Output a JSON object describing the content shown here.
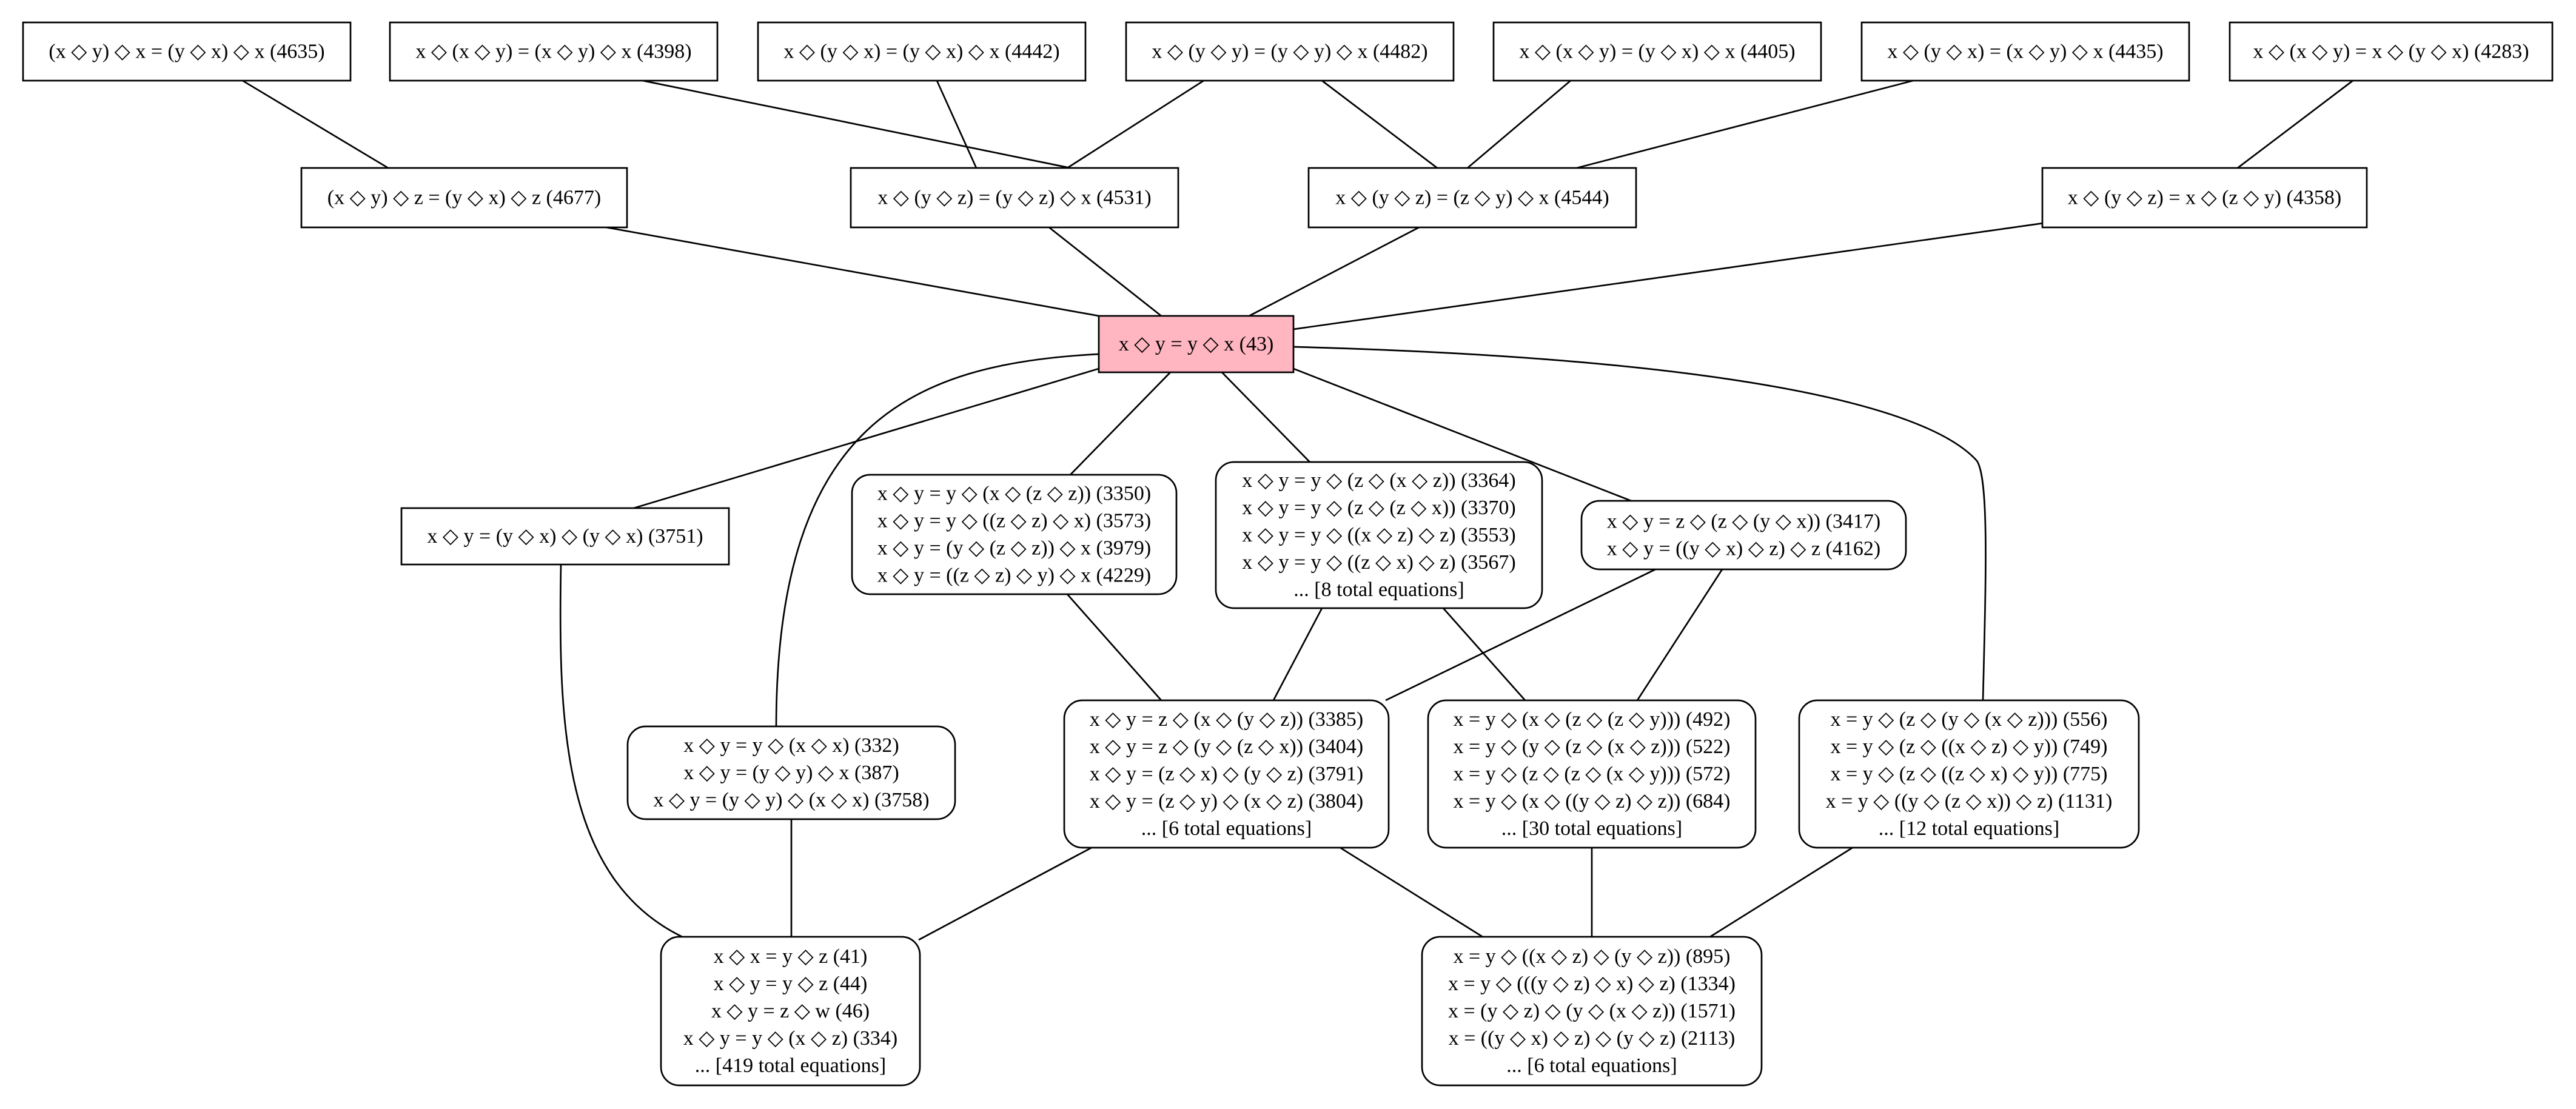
{
  "nodes": [
    {
      "id": "n4635",
      "lines": [
        "(x ◇ y) ◇ x = (y ◇ x) ◇ x (4635)"
      ]
    },
    {
      "id": "n4398",
      "lines": [
        "x ◇ (x ◇ y) = (x ◇ y) ◇ x (4398)"
      ]
    },
    {
      "id": "n4442",
      "lines": [
        "x ◇ (y ◇ x) = (y ◇ x) ◇ x (4442)"
      ]
    },
    {
      "id": "n4482",
      "lines": [
        "x ◇ (y ◇ y) = (y ◇ y) ◇ x (4482)"
      ]
    },
    {
      "id": "n4405",
      "lines": [
        "x ◇ (x ◇ y) = (y ◇ x) ◇ x (4405)"
      ]
    },
    {
      "id": "n4435",
      "lines": [
        "x ◇ (y ◇ x) = (x ◇ y) ◇ x (4435)"
      ]
    },
    {
      "id": "n4283",
      "lines": [
        "x ◇ (x ◇ y) = x ◇ (y ◇ x) (4283)"
      ]
    },
    {
      "id": "n4677",
      "lines": [
        "(x ◇ y) ◇ z = (y ◇ x) ◇ z (4677)"
      ]
    },
    {
      "id": "n4531",
      "lines": [
        "x ◇ (y ◇ z) = (y ◇ z) ◇ x (4531)"
      ]
    },
    {
      "id": "n4544",
      "lines": [
        "x ◇ (y ◇ z) = (z ◇ y) ◇ x (4544)"
      ]
    },
    {
      "id": "n4358",
      "lines": [
        "x ◇ (y ◇ z) = x ◇ (z ◇ y) (4358)"
      ]
    },
    {
      "id": "n43",
      "lines": [
        "x ◇ y = y ◇ x (43)"
      ],
      "highlight": true
    },
    {
      "id": "n3751",
      "lines": [
        "x ◇ y = (y ◇ x) ◇ (y ◇ x) (3751)"
      ]
    },
    {
      "id": "n3350",
      "lines": [
        "x ◇ y = y ◇ (x ◇ (z ◇ z)) (3350)",
        "x ◇ y = y ◇ ((z ◇ z) ◇ x) (3573)",
        "x ◇ y = (y ◇ (z ◇ z)) ◇ x (3979)",
        "x ◇ y = ((z ◇ z) ◇ y) ◇ x (4229)"
      ]
    },
    {
      "id": "n3364",
      "lines": [
        "x ◇ y = y ◇ (z ◇ (x ◇ z)) (3364)",
        "x ◇ y = y ◇ (z ◇ (z ◇ x)) (3370)",
        "x ◇ y = y ◇ ((x ◇ z) ◇ z) (3553)",
        "x ◇ y = y ◇ ((z ◇ x) ◇ z) (3567)",
        "... [8 total equations]"
      ]
    },
    {
      "id": "n3417",
      "lines": [
        "x ◇ y = z ◇ (z ◇ (y ◇ x)) (3417)",
        "x ◇ y = ((y ◇ x) ◇ z) ◇ z (4162)"
      ]
    },
    {
      "id": "n332",
      "lines": [
        "x ◇ y = y ◇ (x ◇ x) (332)",
        "x ◇ y = (y ◇ y) ◇ x (387)",
        "x ◇ y = (y ◇ y) ◇ (x ◇ x) (3758)"
      ]
    },
    {
      "id": "n3385",
      "lines": [
        "x ◇ y = z ◇ (x ◇ (y ◇ z)) (3385)",
        "x ◇ y = z ◇ (y ◇ (z ◇ x)) (3404)",
        "x ◇ y = (z ◇ x) ◇ (y ◇ z) (3791)",
        "x ◇ y = (z ◇ y) ◇ (x ◇ z) (3804)",
        "... [6 total equations]"
      ]
    },
    {
      "id": "n492",
      "lines": [
        "x = y ◇ (x ◇ (z ◇ (z ◇ y))) (492)",
        "x = y ◇ (y ◇ (z ◇ (x ◇ z))) (522)",
        "x = y ◇ (z ◇ (z ◇ (x ◇ y))) (572)",
        "x = y ◇ (x ◇ ((y ◇ z) ◇ z)) (684)",
        "... [30 total equations]"
      ]
    },
    {
      "id": "n556",
      "lines": [
        "x = y ◇ (z ◇ (y ◇ (x ◇ z))) (556)",
        "x = y ◇ (z ◇ ((x ◇ z) ◇ y)) (749)",
        "x = y ◇ (z ◇ ((z ◇ x) ◇ y)) (775)",
        "x = y ◇ ((y ◇ (z ◇ x)) ◇ z) (1131)",
        "... [12 total equations]"
      ]
    },
    {
      "id": "n41",
      "lines": [
        "x ◇ x = y ◇ z (41)",
        "x ◇ y = y ◇ z (44)",
        "x ◇ y = z ◇ w (46)",
        "x ◇ y = y ◇ (x ◇ z) (334)",
        "... [419 total equations]"
      ]
    },
    {
      "id": "n895",
      "lines": [
        "x = y ◇ ((x ◇ z) ◇ (y ◇ z)) (895)",
        "x = y ◇ (((y ◇ z) ◇ x) ◇ z) (1334)",
        "x = (y ◇ z) ◇ (y ◇ (x ◇ z)) (1571)",
        "x = ((y ◇ x) ◇ z) ◇ (y ◇ z) (2113)",
        "... [6 total equations]"
      ]
    }
  ]
}
